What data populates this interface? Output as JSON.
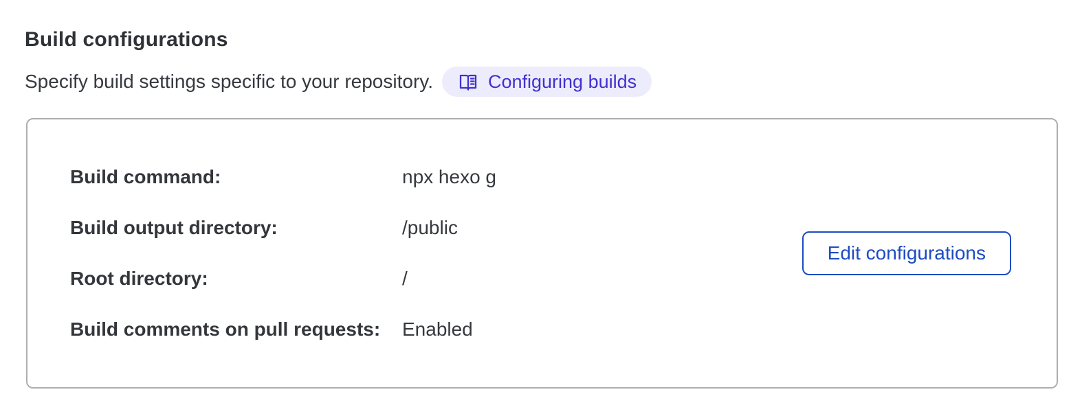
{
  "header": {
    "title": "Build configurations",
    "subtitle": "Specify build settings specific to your repository.",
    "docs_link": {
      "label": "Configuring builds",
      "icon": "open-book-icon",
      "text_color": "#4130d0",
      "background_color": "#edecfc"
    }
  },
  "build_config_card": {
    "border_color": "#aeaeae",
    "fields": [
      {
        "label": "Build command:",
        "value": "npx hexo g"
      },
      {
        "label": "Build output directory:",
        "value": "/public"
      },
      {
        "label": "Root directory:",
        "value": "/"
      },
      {
        "label": "Build comments on pull requests:",
        "value": "Enabled"
      }
    ],
    "edit_button": {
      "label": "Edit configurations",
      "accent_color": "#1d4bc4"
    }
  }
}
